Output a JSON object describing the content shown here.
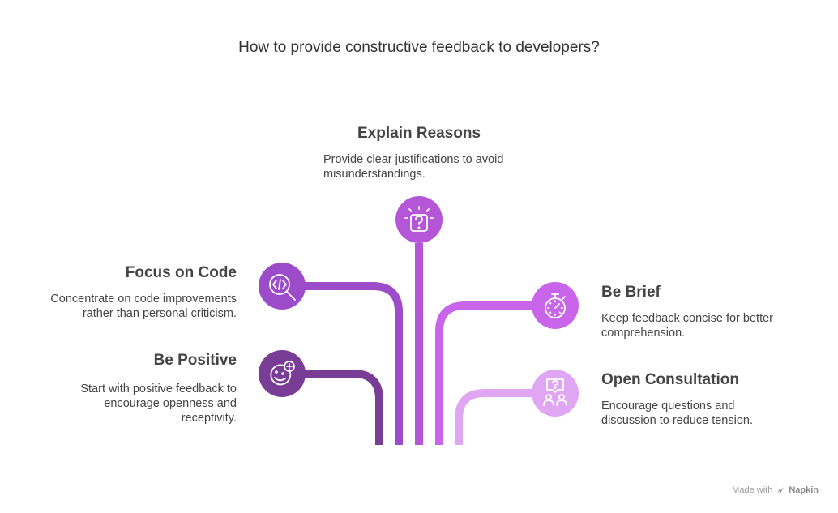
{
  "title": "How to provide constructive feedback to developers?",
  "items": {
    "explain": {
      "title": "Explain Reasons",
      "description": "Provide clear justifications to avoid misunderstandings.",
      "icon": "question-lightbulb-icon",
      "color": "#b556d9"
    },
    "focus": {
      "title": "Focus on Code",
      "description": "Concentrate on code improvements rather than personal criticism.",
      "icon": "code-search-icon",
      "color": "#9c4cc8"
    },
    "positive": {
      "title": "Be Positive",
      "description": "Start with positive feedback to encourage openness and receptivity.",
      "icon": "smiley-plus-icon",
      "color": "#7a3d96"
    },
    "brief": {
      "title": "Be Brief",
      "description": "Keep feedback concise for better comprehension.",
      "icon": "stopwatch-icon",
      "color": "#c865ea"
    },
    "consult": {
      "title": "Open Consultation",
      "description": "Encourage questions and discussion to reduce tension.",
      "icon": "people-question-icon",
      "color": "#e0a6f3"
    }
  },
  "footer": {
    "prefix": "Made with",
    "brand": "Napkin"
  }
}
